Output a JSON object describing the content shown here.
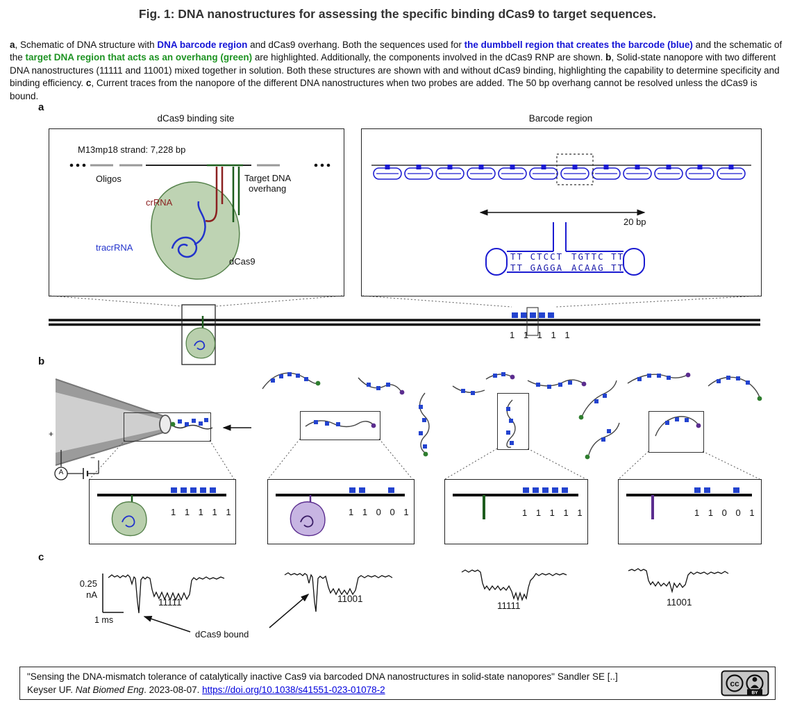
{
  "figure": {
    "title": "Fig. 1: DNA nanostructures for assessing the specific binding dCas9 to target sequences."
  },
  "caption": {
    "segments": [
      {
        "text": "a"
      },
      {
        "text": ", Schematic of DNA structure with "
      },
      {
        "text": "DNA barcode region"
      },
      {
        "text": " and dCas9 overhang. Both the sequences used for "
      },
      {
        "text": "the dumbbell region that creates the barcode (blue)"
      },
      {
        "text": " and the schematic of the "
      },
      {
        "text": "target DNA region that acts as an overhang (green)"
      },
      {
        "text": " are highlighted. Additionally, the components involved in the dCas9 RNP are shown. "
      },
      {
        "text": "b"
      },
      {
        "text": ", Solid-state nanopore with two different DNA nanostructures (11111 and 11001) mixed together in solution. Both these structures are shown with and without dCas9 binding, highlighting the capability to determine specificity and binding efficiency. "
      },
      {
        "text": "c"
      },
      {
        "text": ", Current traces from the nanopore of the different DNA nanostructures when two probes are added. The 50 bp overhang cannot be resolved unless the dCas9 is bound."
      }
    ]
  },
  "colors": {
    "barcode_blue": "#1b1bd1",
    "target_green": "#1d5c1d",
    "caption_green": "#1e9323",
    "crrna_red": "#8b2020",
    "tracrrna_blue": "#2233cc",
    "purple": "#5b2d8f",
    "link_blue": "#0000dd"
  },
  "panel_a": {
    "label": "a",
    "left_box": {
      "title": "dCas9 binding site",
      "strand_label": "M13mp18 strand: 7,228 bp",
      "oligos_label": "Oligos",
      "crrna_label": "crRNA",
      "tracrrna_label": "tracrRNA",
      "dcas9_label": "dCas9",
      "overhang_line1": "Target DNA",
      "overhang_line2": "overhang"
    },
    "right_box": {
      "title": "Barcode region",
      "bp_label": "20 bp",
      "seq_left_top": "TT CTCCT",
      "seq_left_bottom": "TT GAGGA",
      "seq_right_top": "TGTTC TT",
      "seq_right_bottom": "ACAAG TT"
    },
    "strand_barcode": "1 1 1 1 1"
  },
  "panel_b": {
    "label": "b",
    "plus": "+",
    "minus": "−",
    "ammeter": "A",
    "boxes": [
      {
        "barcode": "1 1 1 1 1"
      },
      {
        "barcode": "1 1 0 0 1"
      },
      {
        "barcode": "1 1 1 1 1"
      },
      {
        "barcode": "1 1 0 0 1"
      }
    ]
  },
  "panel_c": {
    "label": "c",
    "scale_value": "0.25",
    "scale_unit": "nA",
    "scale_time": "1 ms",
    "trace_labels": [
      "11111",
      "11001",
      "11111",
      "11001"
    ],
    "annotation": "dCas9 bound"
  },
  "footer": {
    "line1": "\"Sensing the DNA-mismatch tolerance of catalytically inactive Cas9 via barcoded DNA nanostructures in solid-state nanopores\" Sandler SE [..]",
    "author_prefix": "Keyser UF. ",
    "journal": "Nat Biomed Eng",
    "date_suffix": ". 2023-08-07. ",
    "link": "https://doi.org/10.1038/s41551-023-01078-2",
    "license": {
      "cc": "cc",
      "by": "BY"
    }
  }
}
